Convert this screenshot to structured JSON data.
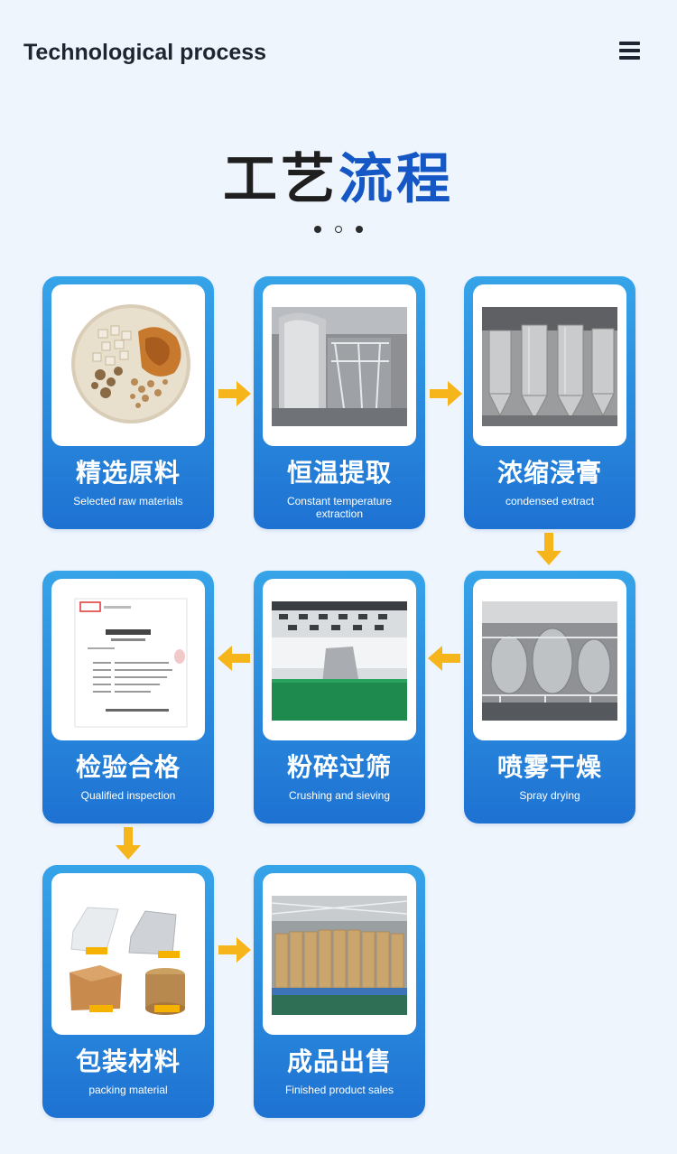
{
  "header": {
    "title": "Technological process",
    "menu_icon": "hamburger-menu-icon"
  },
  "hero": {
    "title_part1": "工艺",
    "title_part2": "流程"
  },
  "colors": {
    "accent": "#1557c4",
    "card_top": "#36a4e9",
    "card_bottom": "#1e72d2",
    "arrow": "#f7b51c",
    "background": "#eef5fd"
  },
  "steps": [
    {
      "zh": "精选原料",
      "en": "Selected raw materials",
      "image": "raw-materials-photo"
    },
    {
      "zh": "恒温提取",
      "en": "Constant temperature extraction",
      "image": "extraction-equipment-photo"
    },
    {
      "zh": "浓缩浸膏",
      "en": "condensed extract",
      "image": "concentration-tanks-photo"
    },
    {
      "zh": "喷雾干燥",
      "en": "Spray drying",
      "image": "spray-drying-equipment-photo"
    },
    {
      "zh": "粉碎过筛",
      "en": "Crushing and sieving",
      "image": "crushing-workshop-photo"
    },
    {
      "zh": "检验合格",
      "en": "Qualified inspection",
      "image": "inspection-report-photo"
    },
    {
      "zh": "包装材料",
      "en": "packing material",
      "image": "packing-material-photo"
    },
    {
      "zh": "成品出售",
      "en": "Finished product sales",
      "image": "warehouse-photo"
    }
  ]
}
